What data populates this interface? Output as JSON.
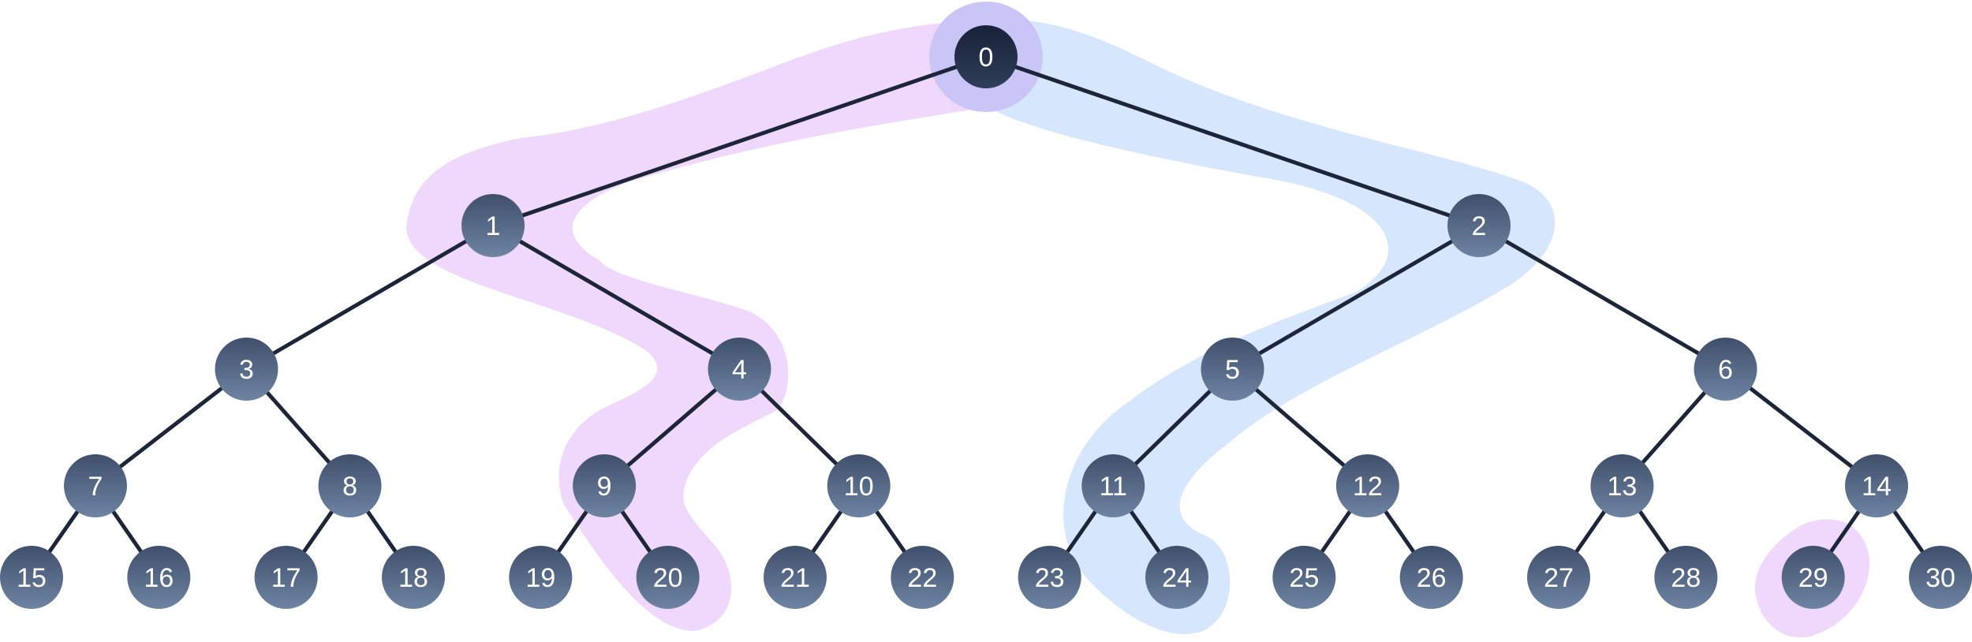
{
  "colors": {
    "edge": "#1d2538",
    "node_top": "#3f4f6b",
    "node_bottom": "#6e84a3",
    "root_top": "#182238",
    "root_bottom": "#2f3e5a",
    "path_left_fill": "#efd8fb",
    "path_right_fill": "#d6e6fd",
    "root_overlap_fill": "#c9c5f7"
  },
  "tree": {
    "nodes": [
      {
        "id": 0,
        "label": "0",
        "root": true
      },
      {
        "id": 1,
        "label": "1"
      },
      {
        "id": 2,
        "label": "2"
      },
      {
        "id": 3,
        "label": "3"
      },
      {
        "id": 4,
        "label": "4"
      },
      {
        "id": 5,
        "label": "5"
      },
      {
        "id": 6,
        "label": "6"
      },
      {
        "id": 7,
        "label": "7"
      },
      {
        "id": 8,
        "label": "8"
      },
      {
        "id": 9,
        "label": "9"
      },
      {
        "id": 10,
        "label": "10"
      },
      {
        "id": 11,
        "label": "11"
      },
      {
        "id": 12,
        "label": "12"
      },
      {
        "id": 13,
        "label": "13"
      },
      {
        "id": 14,
        "label": "14"
      },
      {
        "id": 15,
        "label": "15"
      },
      {
        "id": 16,
        "label": "16"
      },
      {
        "id": 17,
        "label": "17"
      },
      {
        "id": 18,
        "label": "18"
      },
      {
        "id": 19,
        "label": "19"
      },
      {
        "id": 20,
        "label": "20"
      },
      {
        "id": 21,
        "label": "21"
      },
      {
        "id": 22,
        "label": "22"
      },
      {
        "id": 23,
        "label": "23"
      },
      {
        "id": 24,
        "label": "24"
      },
      {
        "id": 25,
        "label": "25"
      },
      {
        "id": 26,
        "label": "26"
      },
      {
        "id": 27,
        "label": "27"
      },
      {
        "id": 28,
        "label": "28"
      },
      {
        "id": 29,
        "label": "29"
      },
      {
        "id": 30,
        "label": "30"
      }
    ],
    "edges": [
      [
        0,
        1
      ],
      [
        0,
        2
      ],
      [
        1,
        3
      ],
      [
        1,
        4
      ],
      [
        2,
        5
      ],
      [
        2,
        6
      ],
      [
        3,
        7
      ],
      [
        3,
        8
      ],
      [
        4,
        9
      ],
      [
        4,
        10
      ],
      [
        5,
        11
      ],
      [
        5,
        12
      ],
      [
        6,
        13
      ],
      [
        6,
        14
      ],
      [
        7,
        15
      ],
      [
        7,
        16
      ],
      [
        8,
        17
      ],
      [
        8,
        18
      ],
      [
        9,
        19
      ],
      [
        9,
        20
      ],
      [
        10,
        21
      ],
      [
        10,
        22
      ],
      [
        11,
        23
      ],
      [
        11,
        24
      ],
      [
        12,
        25
      ],
      [
        12,
        26
      ],
      [
        13,
        27
      ],
      [
        13,
        28
      ],
      [
        14,
        29
      ],
      [
        14,
        30
      ]
    ],
    "highlighted_paths": [
      {
        "name": "path-to-20",
        "nodes": [
          0,
          1,
          4,
          9,
          20
        ],
        "color": "path_left_fill"
      },
      {
        "name": "path-to-24",
        "nodes": [
          0,
          2,
          5,
          11,
          24
        ],
        "color": "path_right_fill"
      },
      {
        "name": "single-29",
        "nodes": [
          29
        ],
        "color": "path_left_fill"
      }
    ]
  }
}
